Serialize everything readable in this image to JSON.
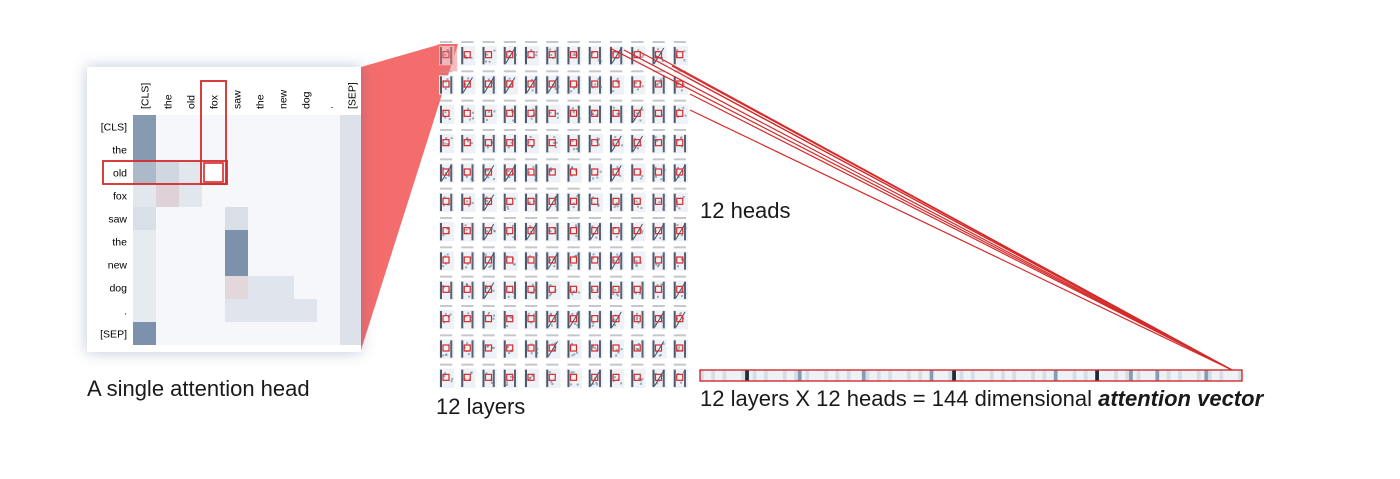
{
  "single_head": {
    "caption": "A single attention head",
    "col_tokens": [
      "[CLS]",
      "the",
      "old",
      "fox",
      "saw",
      "the",
      "new",
      "dog",
      ".",
      "[SEP]"
    ],
    "row_tokens": [
      "[CLS]",
      "the",
      "old",
      "fox",
      "saw",
      "the",
      "new",
      "dog",
      ".",
      "[SEP]"
    ],
    "highlight_row": "old",
    "highlight_col": "fox",
    "weights": [
      [
        0.55,
        0,
        0,
        0,
        0,
        0,
        0,
        0,
        0,
        0.08
      ],
      [
        0.55,
        0,
        0,
        0,
        0,
        0,
        0,
        0,
        0,
        0.08
      ],
      [
        0.35,
        0.15,
        0.05,
        0,
        0,
        0,
        0,
        0,
        0,
        0.08
      ],
      [
        0.05,
        0.3,
        0.05,
        0,
        0,
        0,
        0,
        0,
        0,
        0.08
      ],
      [
        0.1,
        0,
        0,
        0,
        0.1,
        0,
        0,
        0,
        0,
        0.08
      ],
      [
        0.03,
        0,
        0,
        0,
        0.6,
        0,
        0,
        0,
        0,
        0.08
      ],
      [
        0.03,
        0,
        0,
        0,
        0.6,
        0,
        0,
        0,
        0,
        0.08
      ],
      [
        0.03,
        0,
        0,
        0,
        0.25,
        0.06,
        0.06,
        0,
        0,
        0.08
      ],
      [
        0.03,
        0,
        0,
        0,
        0.06,
        0.06,
        0.06,
        0.06,
        0,
        0.08
      ],
      [
        0.6,
        0,
        0,
        0,
        0,
        0,
        0,
        0,
        0,
        0.08
      ]
    ]
  },
  "grid": {
    "rows_label": "12 layers",
    "cols_label": "12 heads",
    "rows": 12,
    "cols": 12
  },
  "vector": {
    "label_plain": "12 layers X 12 heads = 144 dimensional ",
    "label_emph": "attention vector",
    "dark_cells": [
      12,
      67,
      105
    ],
    "mid_cells": [
      26,
      43,
      61,
      94,
      114,
      121,
      134
    ]
  },
  "colors": {
    "accent_red": "#d42a2a",
    "wedge_red": "#f46d6d",
    "heat_blue": "#6f86a2",
    "heat_pink": "#c9a9b2"
  }
}
